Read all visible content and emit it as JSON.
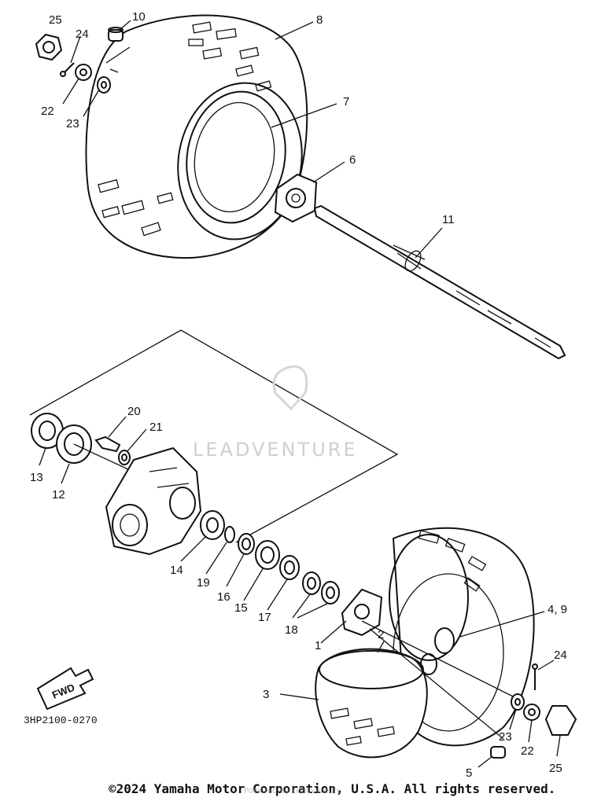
{
  "diagram": {
    "part_number_code": "3HP2100-0270",
    "fwd_label": "FWD",
    "watermark_text": "LEADVENTURE",
    "watermark_small": "Powered by LeadVenture",
    "copyright": "©2024 Yamaha Motor Corporation, U.S.A. All rights reserved."
  },
  "callouts": {
    "c25a": "25",
    "c10": "10",
    "c8": "8",
    "c24a": "24",
    "c22a": "22",
    "c23a": "23",
    "c7": "7",
    "c6": "6",
    "c11": "11",
    "c20": "20",
    "c21": "21",
    "c13": "13",
    "c12": "12",
    "c14": "14",
    "c19": "19",
    "c16": "16",
    "c15": "15",
    "c17": "17",
    "c18": "18",
    "c1": "1",
    "c2": "2",
    "c49": "4, 9",
    "c3": "3",
    "c24b": "24",
    "c23b": "23",
    "c22b": "22",
    "c25b": "25",
    "c5": "5"
  },
  "colors": {
    "ink": "#111111",
    "background": "#ffffff",
    "watermark": "#cfcfcf"
  }
}
